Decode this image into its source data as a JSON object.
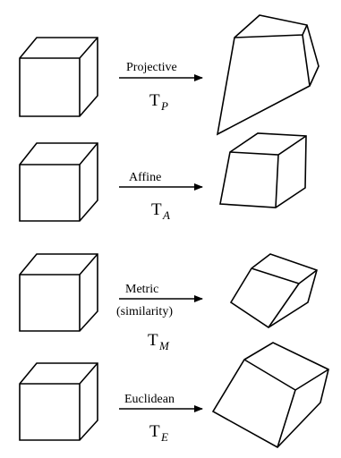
{
  "rows": [
    {
      "label": "Projective",
      "symbol": "T",
      "subscript": "P"
    },
    {
      "label": "Affine",
      "symbol": "T",
      "subscript": "A"
    },
    {
      "label": "Metric",
      "label2": "(similarity)",
      "symbol": "T",
      "subscript": "M"
    },
    {
      "label": "Euclidean",
      "symbol": "T",
      "subscript": "E"
    }
  ]
}
